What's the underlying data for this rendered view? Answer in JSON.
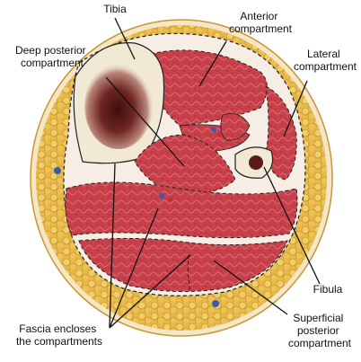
{
  "labels": {
    "tibia": "Tibia",
    "anterior_line1": "Anterior",
    "anterior_line2": "compartment",
    "deep_line1": "Deep posterior",
    "deep_line2": "compartment",
    "lateral_line1": "Lateral",
    "lateral_line2": "compartment",
    "fibula": "Fibula",
    "superficial_line1": "Superficial",
    "superficial_line2": "posterior",
    "superficial_line3": "compartment",
    "fascia_line1": "Fascia encloses",
    "fascia_line2": "the compartments"
  },
  "colors": {
    "fat": "#E8B94A",
    "skin": "#F3E7C8",
    "muscle": "#C8404A",
    "bone": "#F1E9D4",
    "marrow": "#5A1A18",
    "vessel_blue": "#3A5BA6",
    "vessel_red": "#C0303A"
  }
}
